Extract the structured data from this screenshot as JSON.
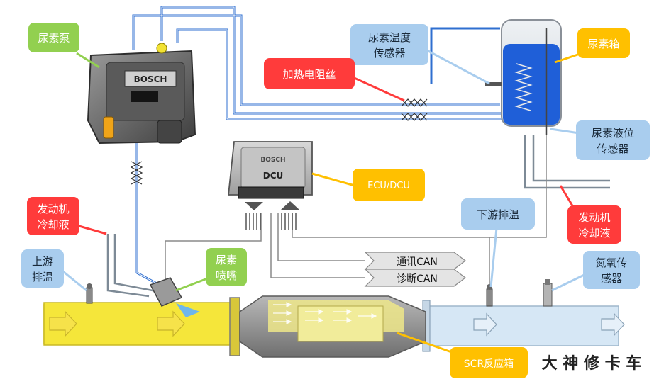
{
  "labels": {
    "urea_pump": "尿素泵",
    "urea_temp_sensor_1": "尿素温度",
    "urea_temp_sensor_2": "传感器",
    "urea_tank": "尿素箱",
    "heating_wire": "加热电阻丝",
    "urea_level_sensor_1": "尿素液位",
    "urea_level_sensor_2": "传感器",
    "ecu_dcu": "ECU/DCU",
    "engine_coolant_left_1": "发动机",
    "engine_coolant_left_2": "冷却液",
    "engine_coolant_right_1": "发动机",
    "engine_coolant_right_2": "冷却液",
    "downstream_temp": "下游排温",
    "upstream_temp_1": "上游",
    "upstream_temp_2": "排温",
    "urea_nozzle_1": "尿素",
    "urea_nozzle_2": "喷嘴",
    "comm_can": "通讯CAN",
    "diag_can": "诊断CAN",
    "nox_sensor_1": "氮氧传",
    "nox_sensor_2": "感器",
    "scr_box": "SCR反应箱"
  },
  "device_text": {
    "pump_brand": "BOSCH",
    "dcu_brand": "BOSCH",
    "dcu_name": "DCU"
  },
  "watermark": "大 神 修 卡 车",
  "colors": {
    "green_label": "#92d050",
    "red_label": "#ff3b3b",
    "blue_label": "#a9cdee",
    "yellow_label": "#ffc000",
    "pipe_blue": "#2f6fd0",
    "exhaust_yellow": "#f5e63a",
    "exhaust_blue": "#d6e7f5",
    "urea_blue": "#1f5fd8"
  }
}
